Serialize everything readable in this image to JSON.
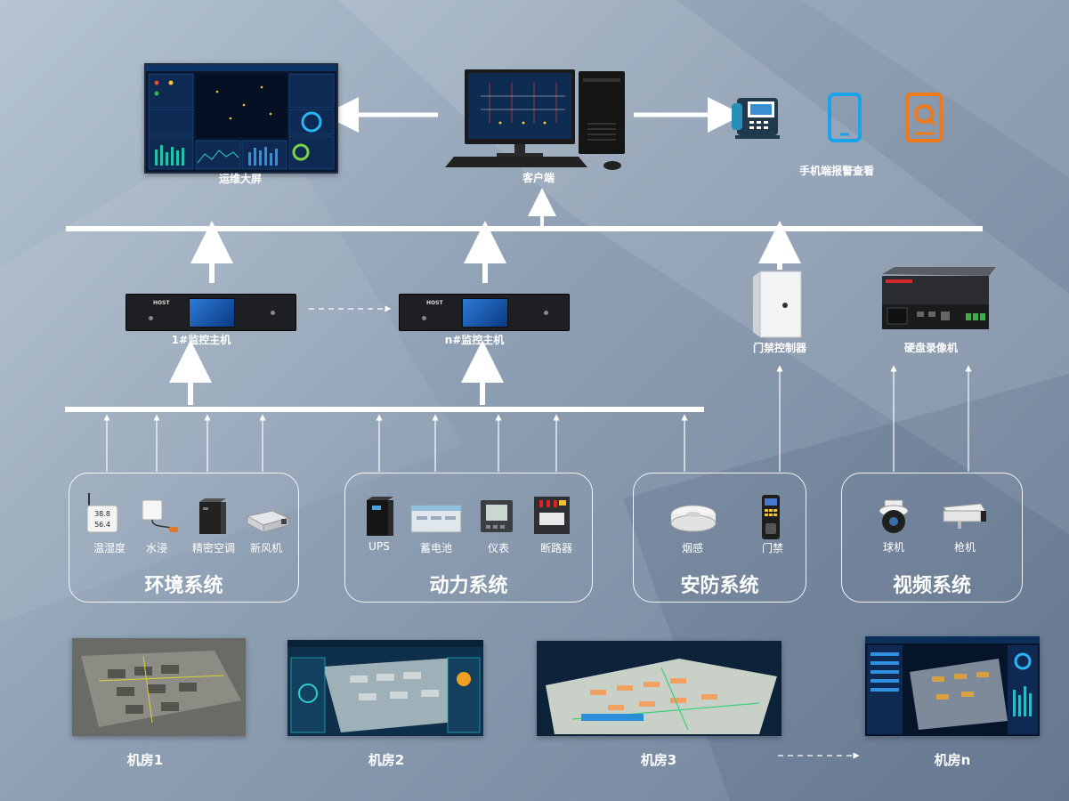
{
  "top": {
    "ops_screen_label": "运维大屏",
    "client_label": "客户端",
    "mobile_alarm_label": "手机端报警查看"
  },
  "hosts": {
    "host1_label": "1#监控主机",
    "hostn_label": "n#监控主机",
    "access_controller_label": "门禁控制器",
    "nvr_label": "硬盘录像机"
  },
  "groups": {
    "environment": {
      "title": "环境系统",
      "items": [
        "温湿度",
        "水浸",
        "精密空调",
        "新风机"
      ]
    },
    "power": {
      "title": "动力系统",
      "items": [
        "UPS",
        "蓄电池",
        "仪表",
        "断路器"
      ]
    },
    "security": {
      "title": "安防系统",
      "items": [
        "烟感",
        "门禁"
      ]
    },
    "video": {
      "title": "视频系统",
      "items": [
        "球机",
        "枪机"
      ]
    }
  },
  "rooms": [
    "机房1",
    "机房2",
    "机房3",
    "机房n"
  ],
  "icons": {
    "phone": "desk-phone-icon",
    "tablet": "tablet-icon",
    "app": "mobile-app-icon"
  },
  "colors": {
    "tablet": "#1aa3e8",
    "app": "#f07a1a",
    "line": "#ffffff"
  }
}
